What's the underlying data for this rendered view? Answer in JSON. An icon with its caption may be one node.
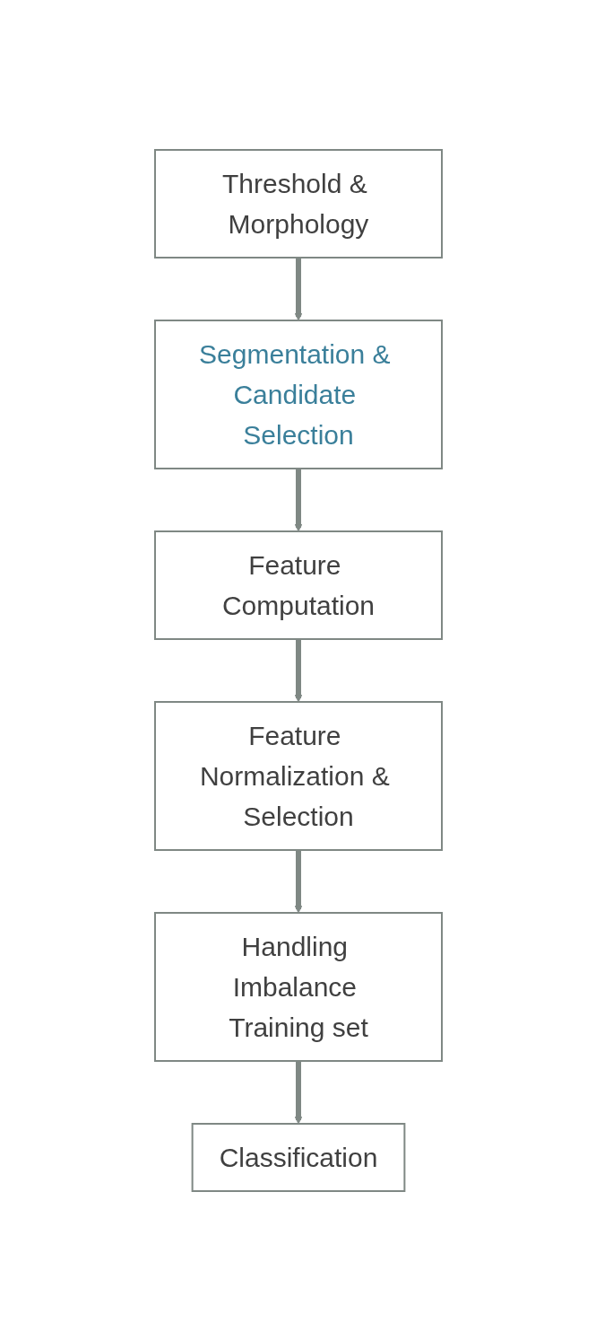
{
  "diagram": {
    "nodes": [
      {
        "text": [
          "Threshold & Morphology"
        ]
      },
      {
        "text": [
          "Segmentation & Candidate Selection"
        ]
      },
      {
        "text": [
          "Feature Computation"
        ]
      },
      {
        "text": [
          "Feature Normalization & Selection"
        ]
      },
      {
        "text": [
          "Handling Imbalance Training set"
        ]
      },
      {
        "text": [
          "Classification"
        ]
      }
    ],
    "edges": [
      {
        "from": 0,
        "to": 1,
        "arrow": "to"
      },
      {
        "from": 1,
        "to": 2,
        "arrow": "to"
      },
      {
        "from": 2,
        "to": 3,
        "arrow": "to"
      },
      {
        "from": 3,
        "to": 4,
        "arrow": "to"
      },
      {
        "from": 4,
        "to": 5,
        "arrow": "to"
      }
    ]
  }
}
